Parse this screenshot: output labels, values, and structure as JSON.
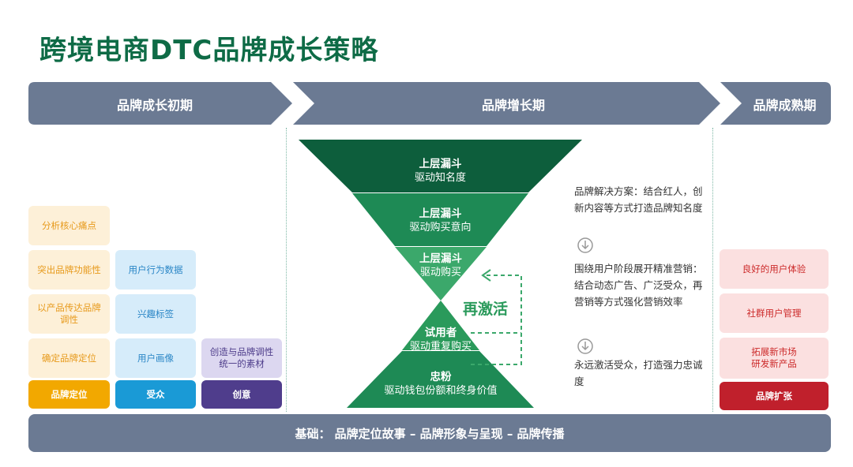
{
  "title": "跨境电商DTC品牌成长策略",
  "phases": [
    {
      "label": "品牌成长初期"
    },
    {
      "label": "品牌增长期"
    },
    {
      "label": "品牌成熟期"
    }
  ],
  "colors": {
    "title": "#0e6b46",
    "phase_bar": "#6b7a93",
    "positioning": "#f2a800",
    "audience": "#1a9ad6",
    "creative": "#4f3d8c",
    "expansion": "#c0202c",
    "funnel_1": "#0d5e3c",
    "funnel_2": "#1e8a55",
    "funnel_3": "#3ba86b",
    "funnel_4": "#2a9a5b",
    "funnel_5": "#1e8a55"
  },
  "early": {
    "positioning": {
      "items": [
        "分析核心痛点",
        "突出品牌功能性",
        "以产品传达品牌调性",
        "确定品牌定位"
      ],
      "label": "品牌定位"
    },
    "audience": {
      "items": [
        "用户行为数据",
        "兴趣标签",
        "用户画像"
      ],
      "label": "受众"
    },
    "creative": {
      "items": [
        "创造与品牌调性统一的素材"
      ],
      "label": "创意"
    }
  },
  "funnel": {
    "layers": [
      {
        "title": "上层漏斗",
        "subtitle": "驱动知名度"
      },
      {
        "title": "上层漏斗",
        "subtitle": "驱动购买意向"
      },
      {
        "title": "上层漏斗",
        "subtitle": "驱动购买"
      },
      {
        "title": "试用者",
        "subtitle": "驱动重复购买"
      },
      {
        "title": "忠粉",
        "subtitle": "驱动钱包份额和终身价值"
      }
    ],
    "reactivate_label": "再激活"
  },
  "notes": [
    "品牌解决方案：结合红人，创新内容等方式打造品牌知名度",
    "围绕用户阶段展开精准营销：结合动态广告、广泛受众，再营销等方式强化营销效率",
    "永远激活受众，打造强力忠诚度"
  ],
  "icons": [
    "down-arrow-circle-icon",
    "down-arrow-circle-icon"
  ],
  "mature": {
    "items": [
      "良好的用户体验",
      "社群用户管理",
      "拓展新市场\n研发新产品"
    ],
    "label": "品牌扩张"
  },
  "foundation": "基础： 品牌定位故事 – 品牌形象与呈现 – 品牌传播"
}
